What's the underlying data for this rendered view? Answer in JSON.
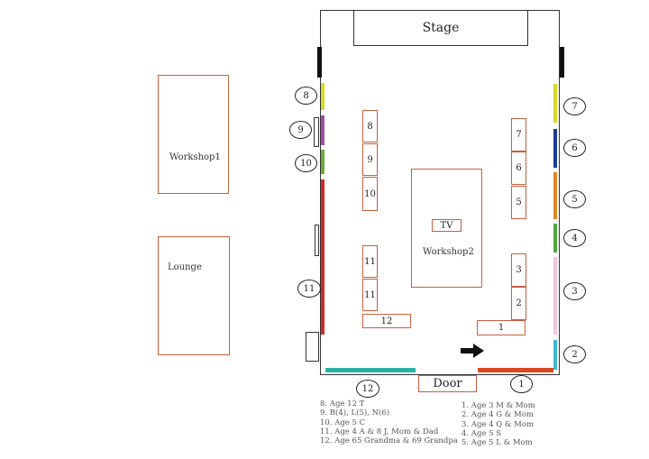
{
  "rooms": {
    "workshop1": "Workshop1",
    "lounge": "Lounge",
    "stage": "Stage",
    "workshop2": "Workshop2",
    "tv": "TV",
    "door": "Door"
  },
  "tables": {
    "t8": "8",
    "t9": "9",
    "t10": "10",
    "t11a": "11",
    "t11b": "11",
    "t12": "12",
    "t7": "7",
    "t6": "6",
    "t5": "5",
    "t3": "3",
    "t2": "2",
    "t1": "1"
  },
  "markers": {
    "m8": "8",
    "m9": "9",
    "m10": "10",
    "m11": "11",
    "m12": "12",
    "m7": "7",
    "m6": "6",
    "m5": "5",
    "m4": "4",
    "m3": "3",
    "m2": "2",
    "m1": "1"
  },
  "colors": {
    "m8": "#d9d92b",
    "m9": "#a24ba6",
    "m10": "#6cab3a",
    "m11": "#d12a2a",
    "m12": "#2ab3a6",
    "m1": "#d9481f",
    "m7": "#d9d92b",
    "m6": "#1c3c9c",
    "m5": "#e0862a",
    "m4": "#4fa83a",
    "m3": "#f2c4d9",
    "m2": "#3cb8d6"
  },
  "legend_left": [
    "8. Age 12 T",
    "9. B(4), L(5), N(6)",
    "10. Age 5 C",
    "11. Age 4 A & 8 J, Mom & Dad",
    "12. Age 65 Grandma & 69 Grandpa"
  ],
  "legend_right": [
    "1. Age 3 M & Mom",
    "2. Age 4 G & Mom",
    "3. Age 4 Q & Mom",
    "4. Age 5 S",
    "5. Age 5 L & Mom"
  ]
}
